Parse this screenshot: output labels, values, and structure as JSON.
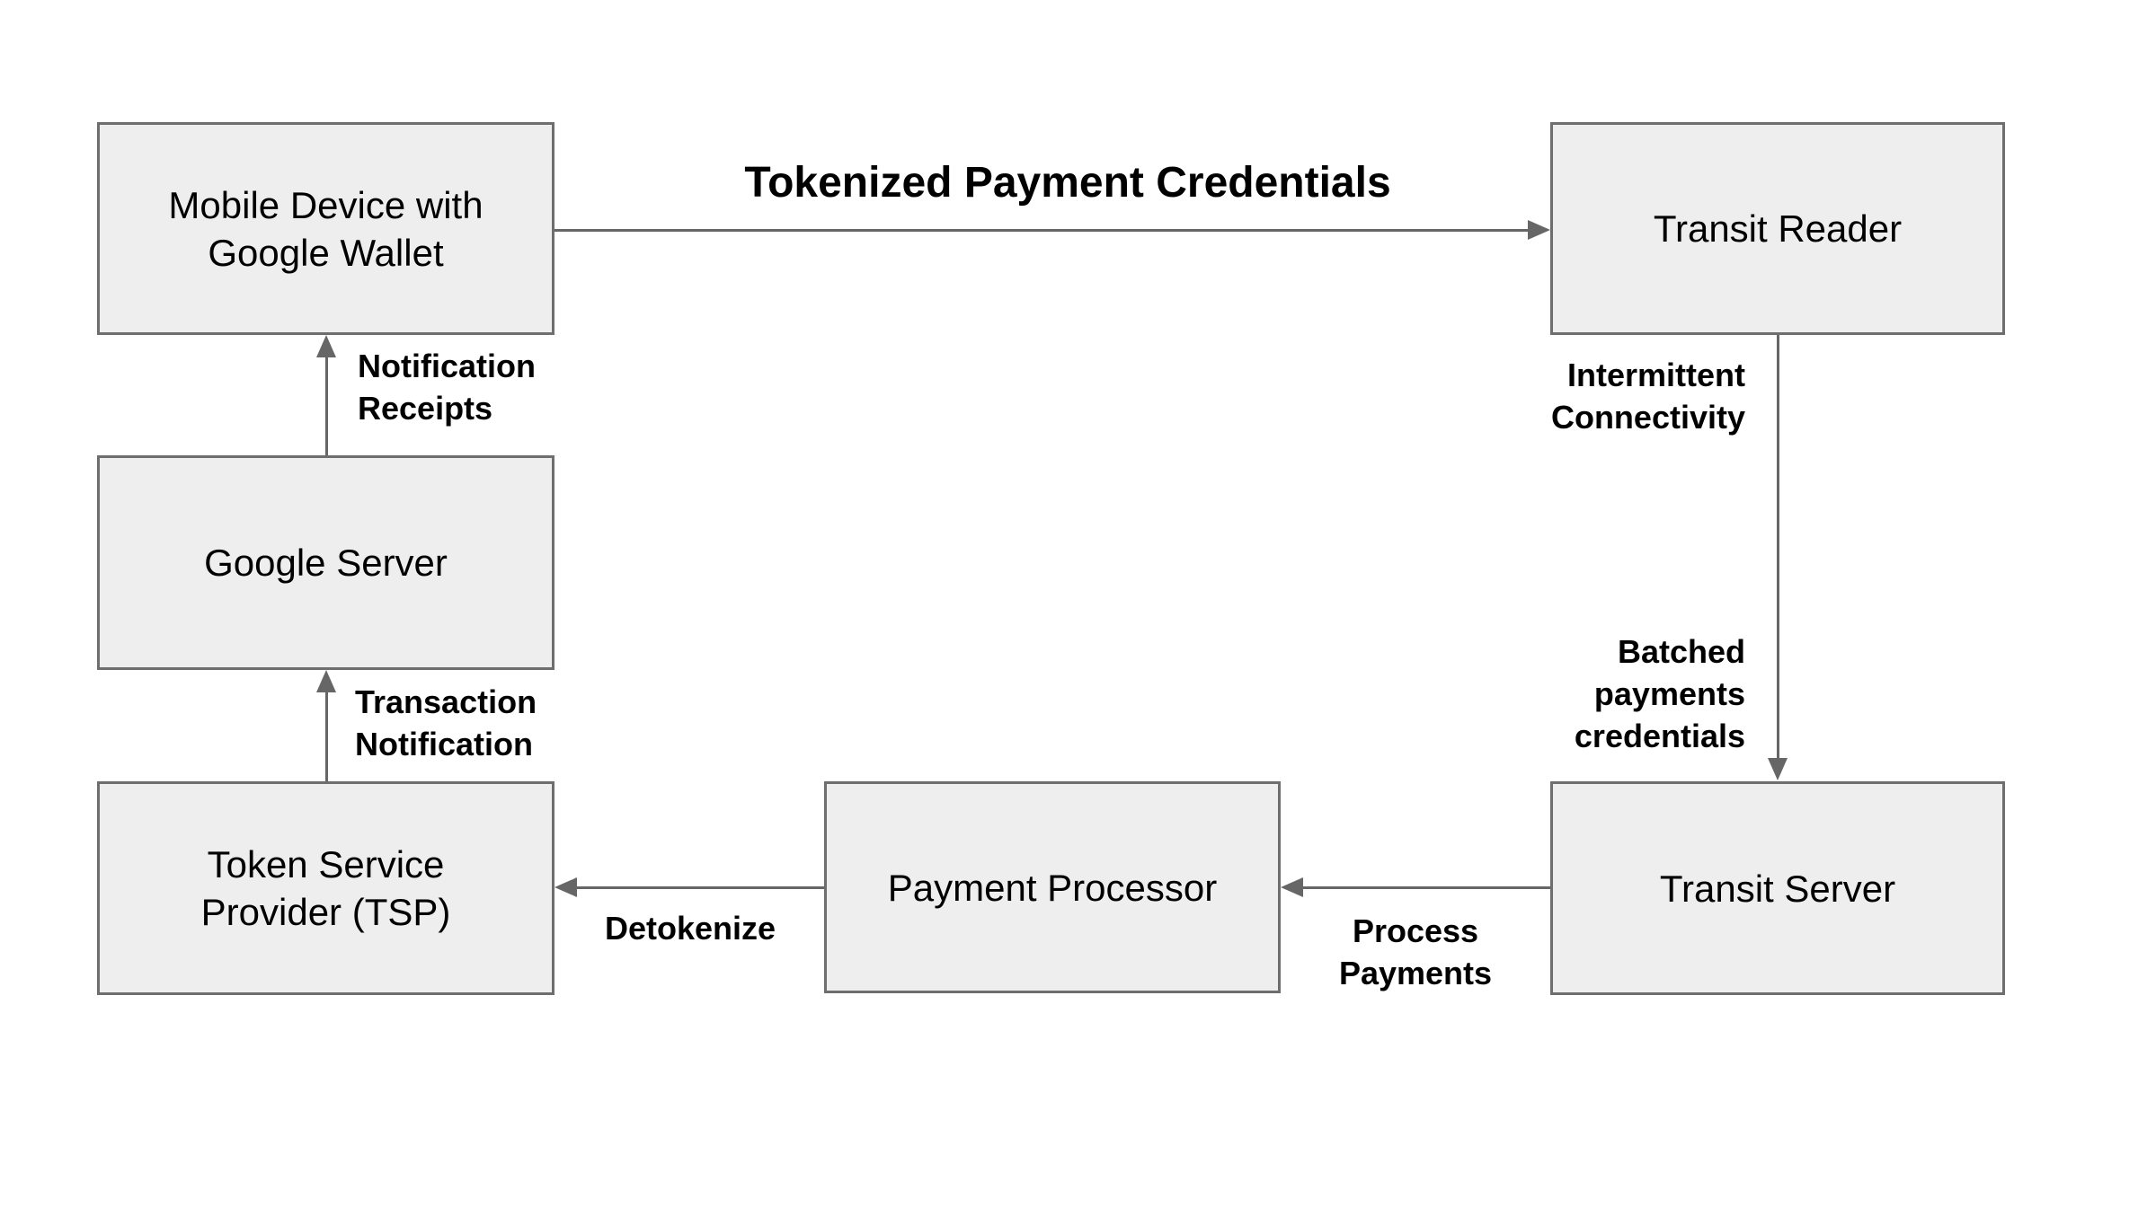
{
  "colors": {
    "background": "#ffffff",
    "node_fill": "#eeeeee",
    "node_border": "#6e6e6e",
    "arrow": "#666666",
    "text": "#000000"
  },
  "diagram": {
    "nodes": [
      {
        "id": "mobile-device-google-wallet",
        "lines": [
          "Mobile Device with",
          "Google Wallet"
        ]
      },
      {
        "id": "transit-reader",
        "lines": [
          "Transit Reader"
        ]
      },
      {
        "id": "google-server",
        "lines": [
          "Google Server"
        ]
      },
      {
        "id": "token-service-provider",
        "lines": [
          "Token Service",
          "Provider (TSP)"
        ]
      },
      {
        "id": "payment-processor",
        "lines": [
          "Payment Processor"
        ]
      },
      {
        "id": "transit-server",
        "lines": [
          "Transit Server"
        ]
      }
    ],
    "edges": [
      {
        "id": "mobile-to-reader",
        "from": "Mobile Device with Google Wallet",
        "to": "Transit Reader",
        "direction": "right",
        "labels": [
          [
            "Tokenized Payment Credentials"
          ]
        ]
      },
      {
        "id": "reader-to-transit-server",
        "from": "Transit Reader",
        "to": "Transit Server",
        "direction": "down",
        "labels": [
          [
            "Intermittent",
            "Connectivity"
          ],
          [
            "Batched",
            "payments",
            "credentials"
          ]
        ]
      },
      {
        "id": "transit-server-to-processor",
        "from": "Transit Server",
        "to": "Payment Processor",
        "direction": "left",
        "labels": [
          [
            "Process",
            "Payments"
          ]
        ]
      },
      {
        "id": "processor-to-tsp",
        "from": "Payment Processor",
        "to": "Token Service Provider (TSP)",
        "direction": "left",
        "labels": [
          [
            "Detokenize"
          ]
        ]
      },
      {
        "id": "tsp-to-google-server",
        "from": "Token Service Provider (TSP)",
        "to": "Google Server",
        "direction": "up",
        "labels": [
          [
            "Transaction",
            "Notification"
          ]
        ]
      },
      {
        "id": "google-server-to-mobile",
        "from": "Google Server",
        "to": "Mobile Device with Google Wallet",
        "direction": "up",
        "labels": [
          [
            "Notification",
            "Receipts"
          ]
        ]
      }
    ]
  }
}
